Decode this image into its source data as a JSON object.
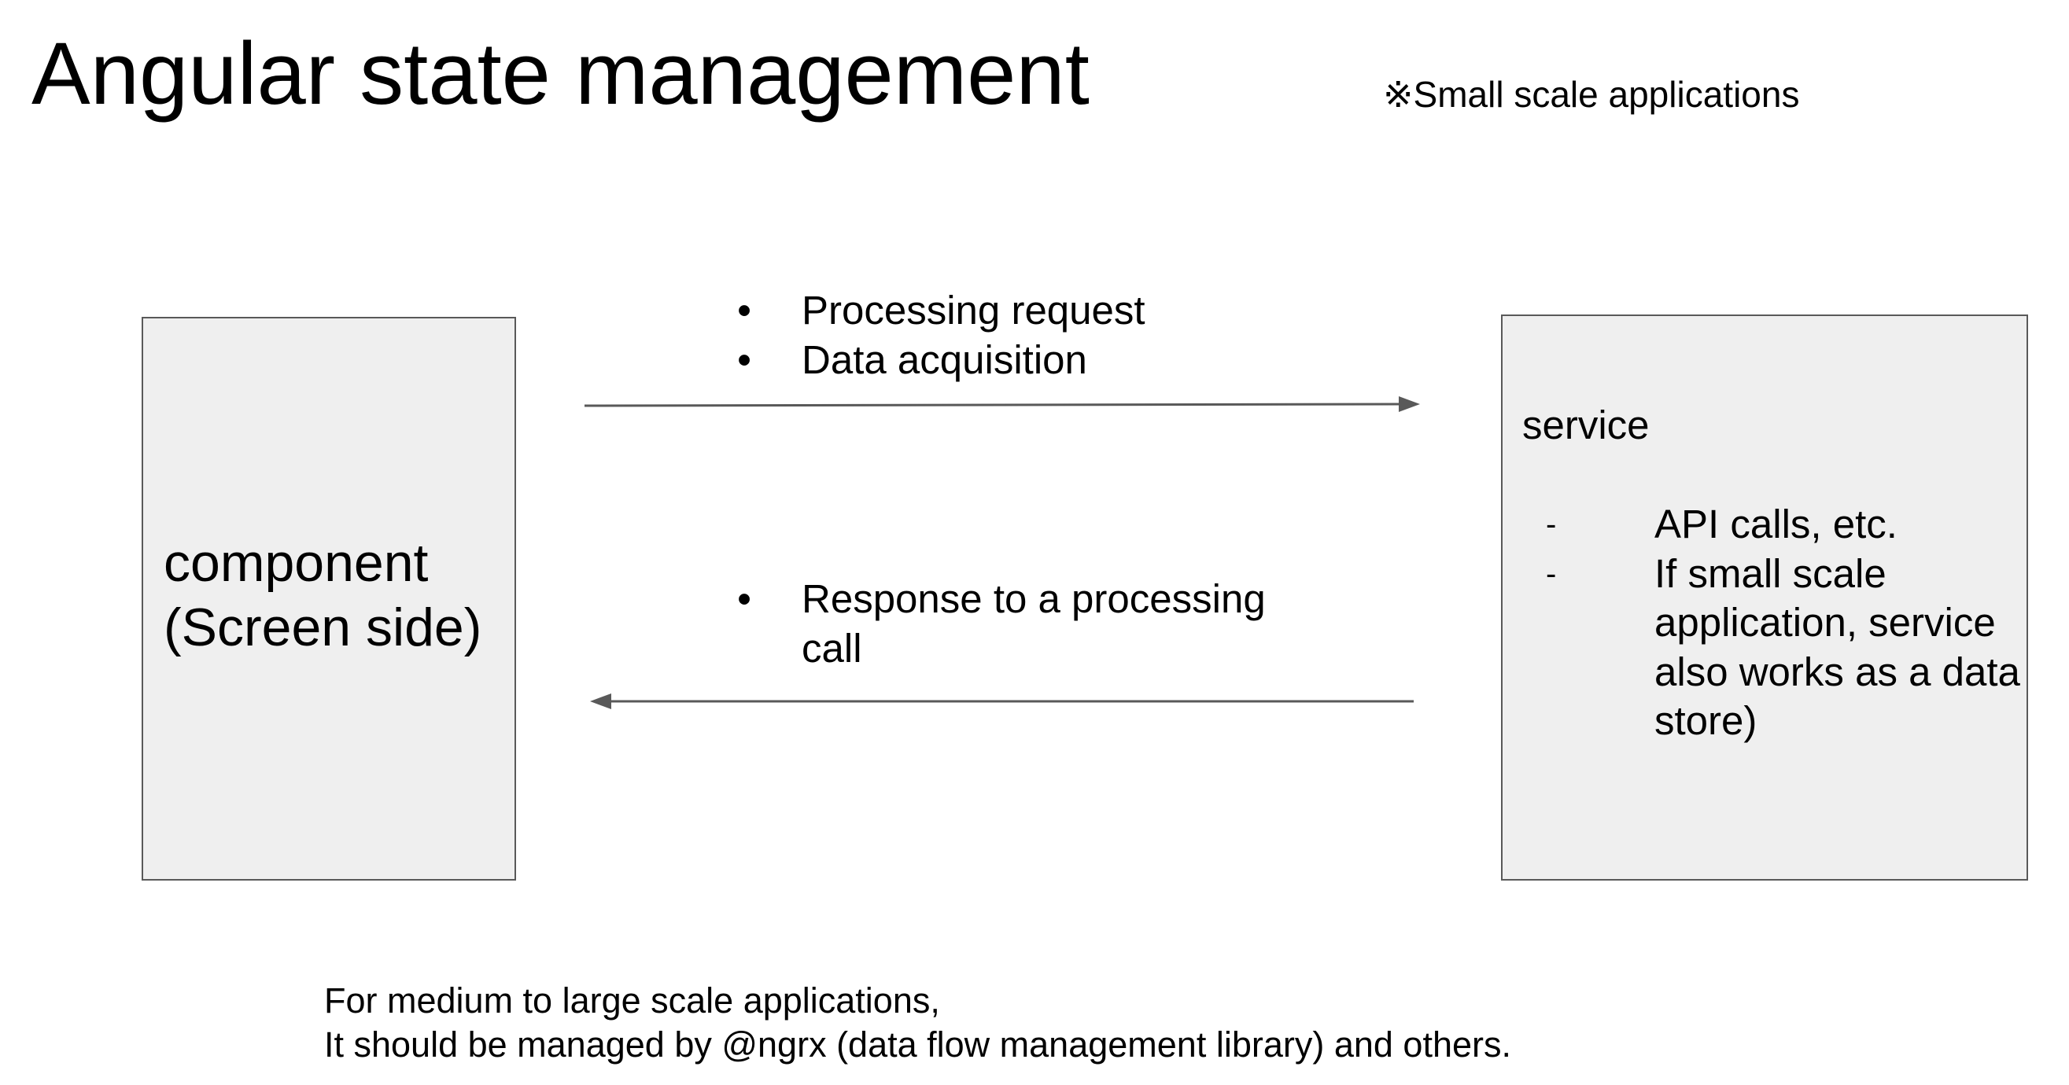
{
  "title": "Angular state management",
  "note": "※Small scale applications",
  "component": {
    "line1": "component",
    "line2": "(Screen side)"
  },
  "request": {
    "bullet": "•",
    "items": [
      "Processing request",
      "Data acquisition"
    ]
  },
  "response": {
    "bullet": "•",
    "items": [
      "Response to a processing call"
    ]
  },
  "service": {
    "title": "service",
    "dash": "-",
    "items": [
      "API calls, etc.",
      "If small scale application, service also works as a data store)"
    ]
  },
  "footer": {
    "line1": "For medium to large scale applications,",
    "line2": "It should be managed by @ngrx (data flow management library) and others."
  },
  "colors": {
    "box_fill": "#efefef",
    "box_border": "#595959",
    "arrow": "#595959"
  }
}
